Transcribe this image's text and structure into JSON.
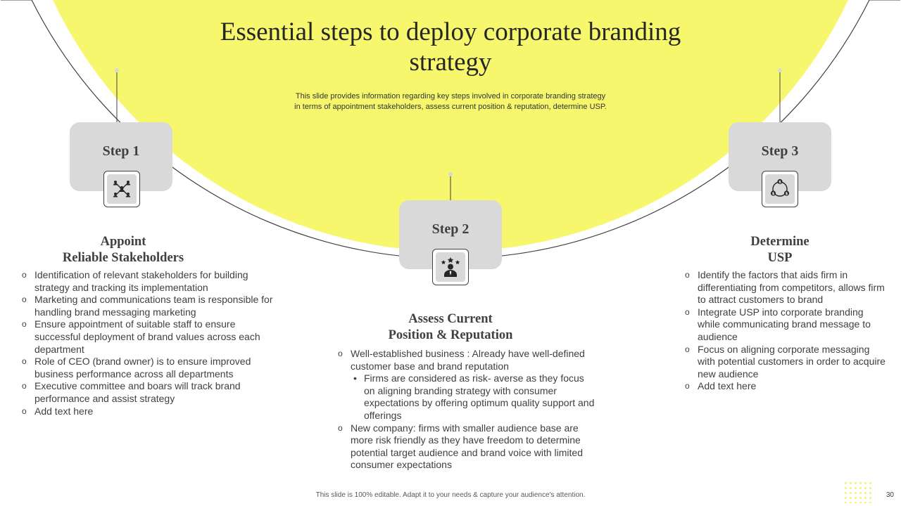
{
  "slide": {
    "title": "Essential steps to deploy corporate branding strategy",
    "subtitle": "This slide provides information regarding key steps involved in corporate branding strategy in terms of appointment stakeholders, assess current position & reputation, determine USP.",
    "footer_note": "This slide is 100% editable. Adapt it to your needs & capture your audience's attention.",
    "page_number": "30"
  },
  "colors": {
    "accent_yellow": "#f6f76c",
    "card_gray": "#d9d9d9",
    "text_dark": "#404040"
  },
  "steps": [
    {
      "label": "Step 1",
      "icon": "network-people-icon",
      "heading_line1": "Appoint",
      "heading_line2": "Reliable Stakeholders",
      "points": [
        "Identification of relevant stakeholders for building strategy and tracking its implementation",
        "Marketing and communications team is responsible for handling brand messaging marketing",
        "Ensure appointment of suitable staff to ensure successful deployment of brand values across each department",
        "Role of CEO (brand owner) is to ensure improved business performance across all departments",
        "Executive committee and boars will track brand performance and assist strategy",
        "Add text here"
      ]
    },
    {
      "label": "Step 2",
      "icon": "star-businessman-icon",
      "heading_line1": "Assess Current",
      "heading_line2": "Position & Reputation",
      "point1": "Well-established business : Already have well-defined customer base and brand reputation",
      "point1_sub": "Firms are considered as risk- averse as they focus on aligning branding strategy with consumer expectations by offering optimum quality support and offerings",
      "point2": "New company: firms with smaller audience base are more risk friendly as they have freedom to determine potential target audience and brand voice with limited consumer expectations"
    },
    {
      "label": "Step 3",
      "icon": "cycle-dollar-icon",
      "heading_line1": "Determine",
      "heading_line2": "USP",
      "points": [
        "Identify the factors that aids firm in differentiating from competitors, allows firm to attract customers to brand",
        "Integrate USP into corporate branding while communicating brand message to audience",
        "Focus on aligning corporate messaging with potential customers in order to acquire new audience",
        "Add text here"
      ]
    }
  ]
}
